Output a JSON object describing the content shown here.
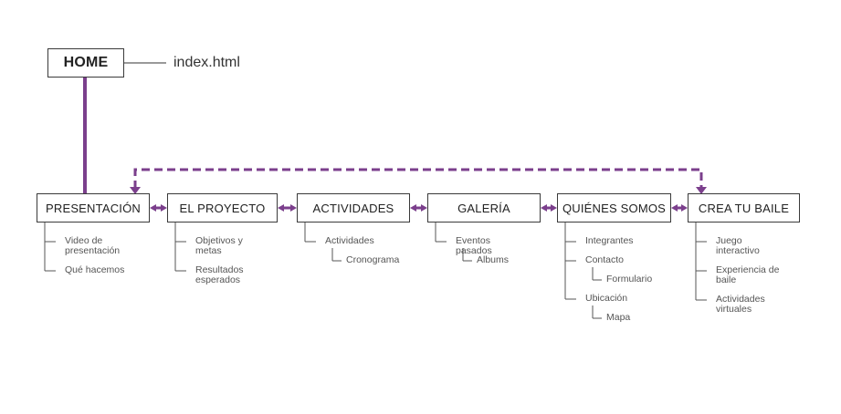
{
  "home": {
    "label": "HOME",
    "file": "index.html"
  },
  "colors": {
    "accent": "#7b3f8c",
    "box_border": "#3a3a3a",
    "tree_line": "#555555"
  },
  "sections": [
    {
      "label": "PRESENTACIÓN",
      "children": [
        {
          "label": "Video de\npresentación"
        },
        {
          "label": "Qué hacemos"
        }
      ]
    },
    {
      "label": "EL PROYECTO",
      "children": [
        {
          "label": "Objetivos y\nmetas"
        },
        {
          "label": "Resultados\nesperados"
        }
      ]
    },
    {
      "label": "ACTIVIDADES",
      "children": [
        {
          "label": "Actividades",
          "children": [
            {
              "label": "Cronograma"
            }
          ]
        }
      ]
    },
    {
      "label": "GALERÍA",
      "children": [
        {
          "label": "Eventos\npasados",
          "children": [
            {
              "label": "Albums"
            }
          ]
        }
      ]
    },
    {
      "label": "QUIÉNES SOMOS",
      "children": [
        {
          "label": "Integrantes"
        },
        {
          "label": "Contacto",
          "children": [
            {
              "label": "Formulario"
            }
          ]
        },
        {
          "label": "Ubicación",
          "children": [
            {
              "label": "Mapa"
            }
          ]
        }
      ]
    },
    {
      "label": "CREA TU BAILE",
      "children": [
        {
          "label": "Juego\ninteractivo"
        },
        {
          "label": "Experiencia de\nbaile"
        },
        {
          "label": "Actividades\nvirtuales"
        }
      ]
    }
  ]
}
